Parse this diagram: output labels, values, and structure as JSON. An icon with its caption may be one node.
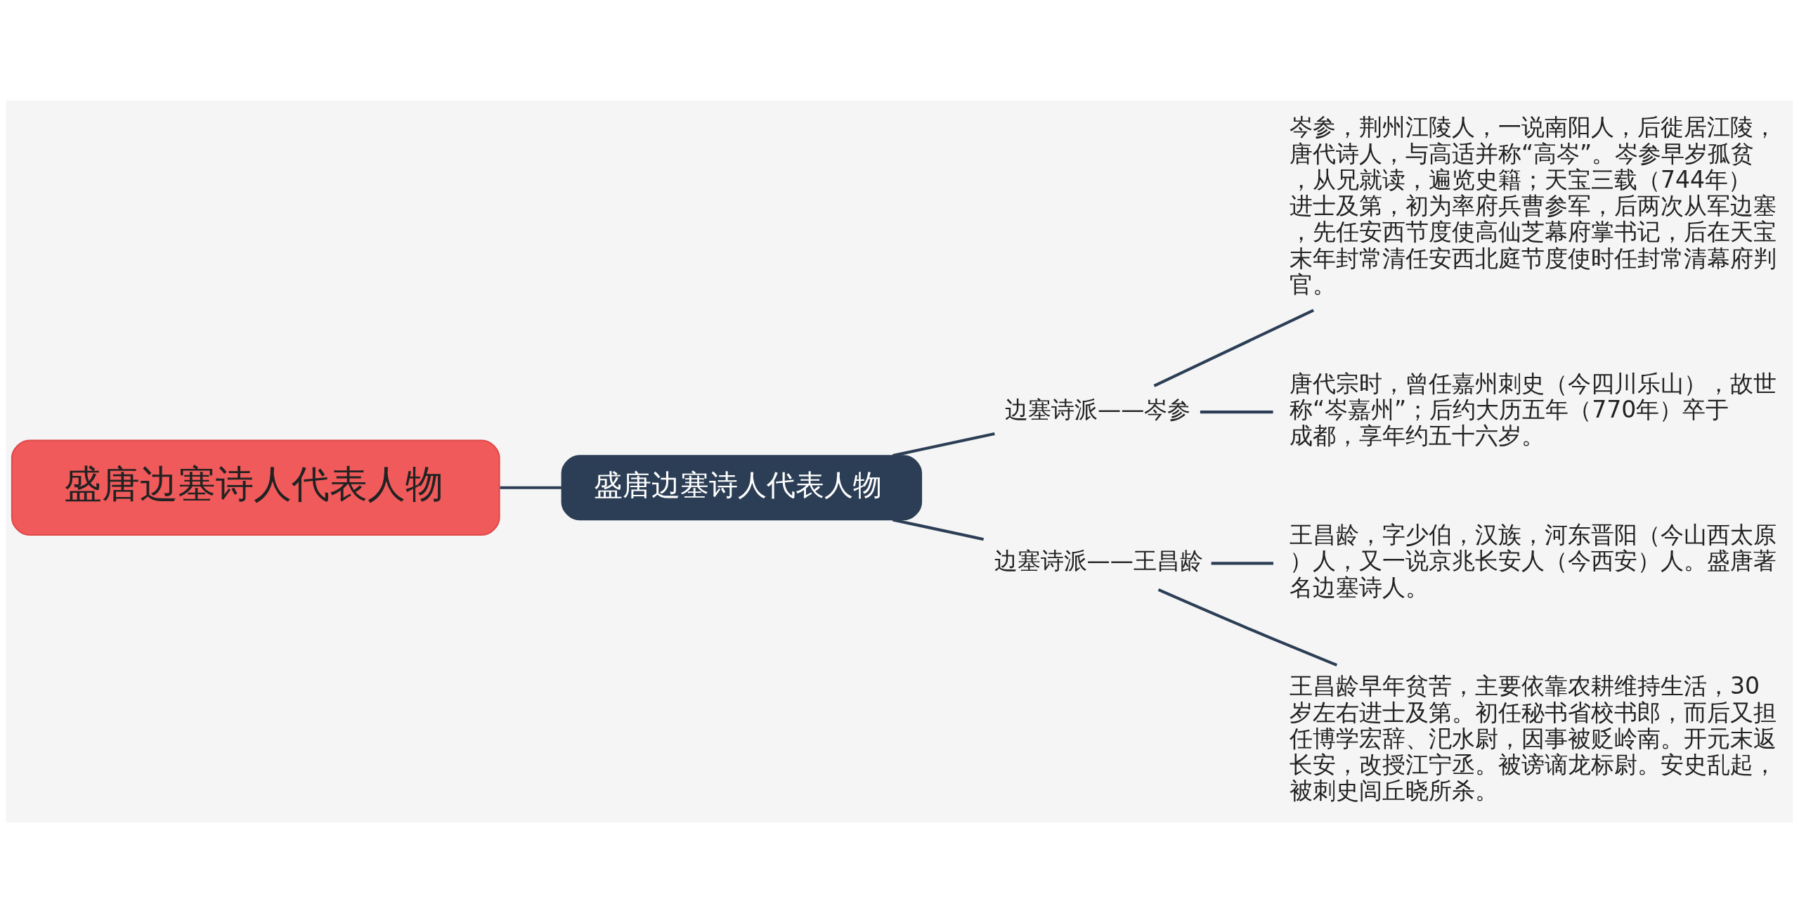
{
  "diagram": {
    "nodes": [
      {
        "text": [
          "盛唐边塞诗人代表人物"
        ]
      },
      {
        "text": [
          "盛唐边塞诗人代表人物"
        ]
      },
      {
        "text": [
          "边塞诗派——岑参"
        ]
      },
      {
        "text": [
          "岑参，荆州江陵人，一说南阳人，后徙居江陵，唐代诗人，与高适并称“高岑”。岑参早岁孤贫，从兄就读，遍览史籍；天宝三载（744年）进士及第，初为率府兵曹参军，后两次从军边塞，先任安西节度使高仙芝幕府掌书记，后在天宝末年封常清任安西北庭节度使时任封常清幕府判官。"
        ]
      },
      {
        "text": [
          "唐代宗时，曾任嘉州刺史（今四川乐山），故世称“岑嘉州”；后约大历五年（770年）卒于成都，享年约五十六岁。"
        ]
      },
      {
        "text": [
          "边塞诗派——王昌龄"
        ]
      },
      {
        "text": [
          "王昌龄，字少伯，汉族，河东晋阳（今山西太原）人，又一说京兆长安人（今西安）人。盛唐著名边塞诗人。"
        ]
      },
      {
        "text": [
          "王昌龄早年贫苦，主要依靠农耕维持生活，30岁左右进士及第。初任秘书省校书郎，而后又担任博学宏辞、汜水尉，因事被贬岭南。开元末返长安，改授江宁丞。被谤谪龙标尉。安史乱起，被刺史闾丘晓所杀。"
        ]
      }
    ],
    "edges": [
      {
        "from": 0,
        "to": 1,
        "arrow": "none"
      },
      {
        "from": 1,
        "to": 2,
        "arrow": "none"
      },
      {
        "from": 1,
        "to": 5,
        "arrow": "none"
      },
      {
        "from": 2,
        "to": 3,
        "arrow": "none"
      },
      {
        "from": 2,
        "to": 4,
        "arrow": "none"
      },
      {
        "from": 5,
        "to": 6,
        "arrow": "none"
      },
      {
        "from": 5,
        "to": 7,
        "arrow": "none"
      }
    ]
  }
}
